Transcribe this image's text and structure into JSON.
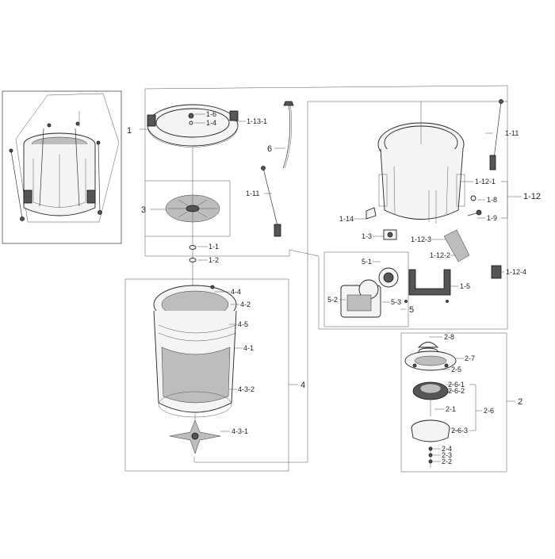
{
  "labels": {
    "p1": "1",
    "p1_6": "1-6",
    "p1_4": "1-4",
    "p1_13_1": "1-13-1",
    "p6": "6",
    "p1_11a": "1-11",
    "p3": "3",
    "p1_1": "1-1",
    "p1_2": "1-2",
    "p1_11b": "1-11",
    "p1_12_1": "1-12-1",
    "p1_12": "1-12",
    "p1_8": "1-8",
    "p1_9": "1-9",
    "p1_14": "1-14",
    "p1_3": "1-3",
    "p1_12_3": "1-12-3",
    "p1_12_2": "1-12-2",
    "p1_12_4": "1-12-4",
    "p5_1": "5-1",
    "p5_2": "5-2",
    "p5_3": "5-3",
    "p5": "5",
    "p1_5": "1-5",
    "p4_4": "4-4",
    "p4_2": "4-2",
    "p4_5": "4-5",
    "p4_1": "4-1",
    "p4_3_2": "4-3-2",
    "p4": "4",
    "p4_3_1": "4-3-1",
    "p2_8": "2-8",
    "p2_7": "2-7",
    "p2_5": "2-5",
    "p2_6_1": "2-6-1",
    "p2_6_2": "2-6-2",
    "p2_1": "2-1",
    "p2_6": "2-6",
    "p2": "2",
    "p2_6_3": "2-6-3",
    "p2_4": "2-4",
    "p2_3": "2-3",
    "p2_2": "2-2"
  }
}
